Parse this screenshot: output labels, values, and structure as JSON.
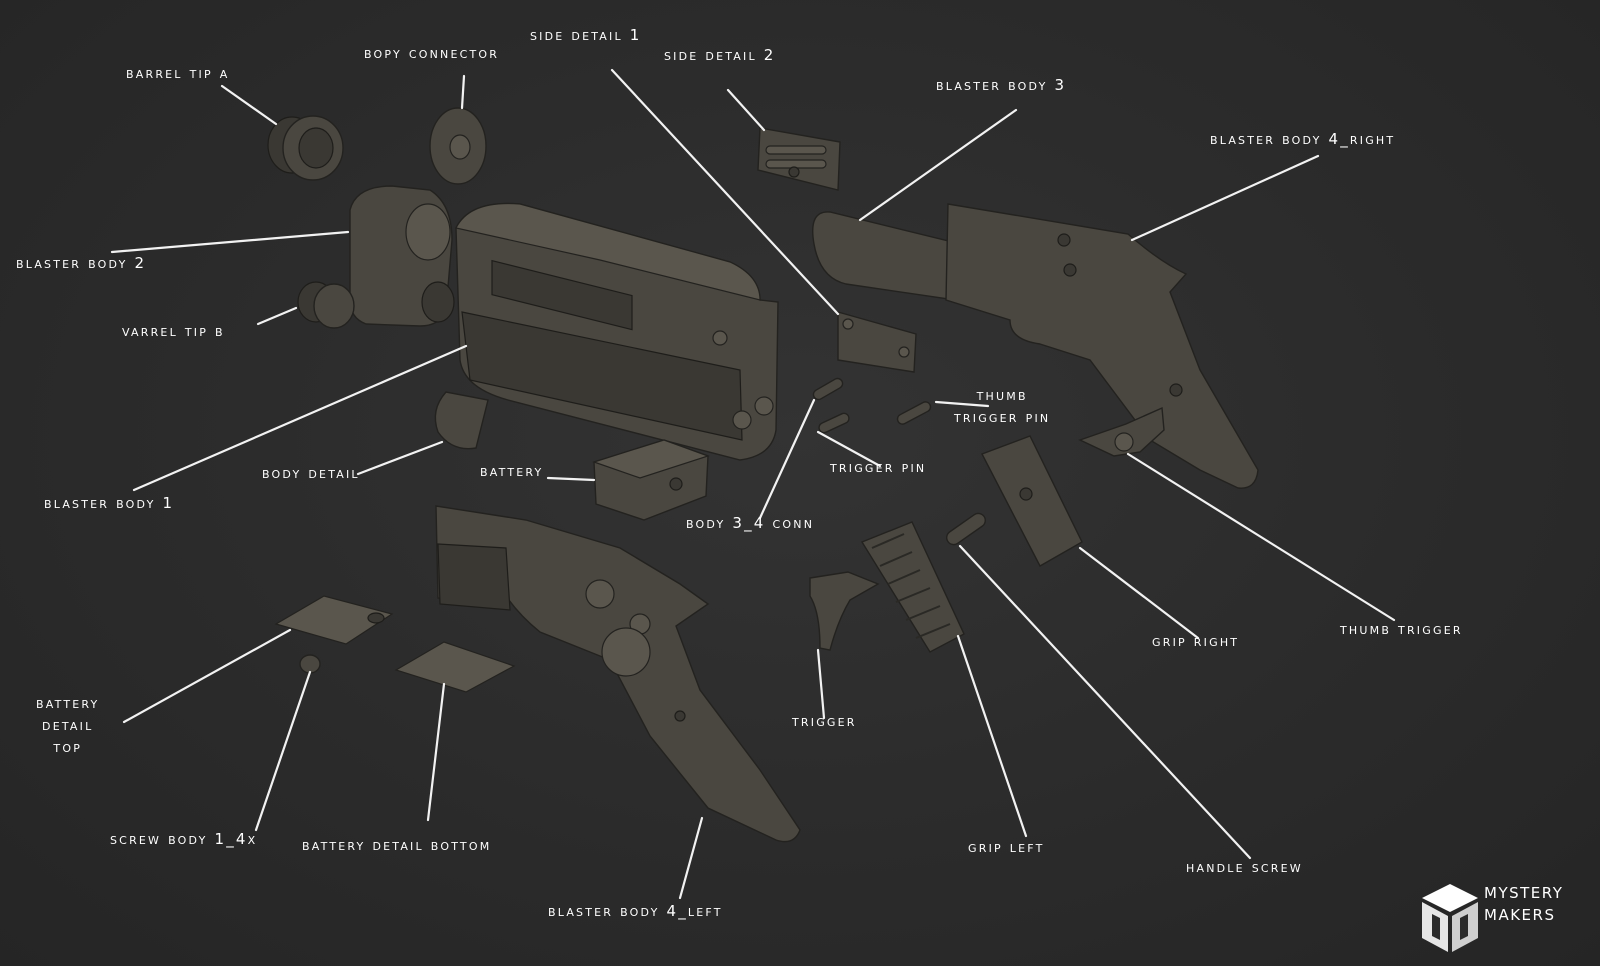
{
  "labels": {
    "barrel_tip_a": "BARREL TIP A",
    "body_connector": "BOPY CONNECTOR",
    "side_detail_1": "SIDE DETAIL 1",
    "side_detail_2": "SIDE DETAIL 2",
    "blaster_body_3": "BLASTER BODY 3",
    "blaster_body_4_right": "BLASTER BODY 4_RIGHT",
    "blaster_body_2": "BLASTER BODY 2",
    "varrel_tip_b": "VARREL TIP B",
    "thumb_trigger_pin_1": "Thumb",
    "thumb_trigger_pin_2": "trigger pin",
    "body_detail": "BODY DETAIL",
    "battery": "BATTERY",
    "trigger_pin": "TRIGGER PIN",
    "blaster_body_1": "Blaster body 1",
    "body_3_4_conn": "BODY 3_4 CONN",
    "grip_right": "GRIP RIGHT",
    "thumb_trigger": "THUMB TRIGGER",
    "battery_detail_top_1": "BATTERY",
    "battery_detail_top_2": "DETAIL",
    "battery_detail_top_3": "TOP",
    "trigger": "TRIGGER",
    "screw_body": "SCREW BODY 1_4x",
    "battery_detail_bottom": "BATTERY DETAIL BOTTOM",
    "grip_left": "GRIP LEFT",
    "handle_screw": "HANDLE SCREW",
    "blaster_body_4_left": "BLASTER BODY 4_LEFT"
  },
  "brand": {
    "line1": "MYSTERY",
    "line2": "MAKERS"
  },
  "colors": {
    "background": "#2b2b2b",
    "part": "#4a4740",
    "leader": "#f2f2f2",
    "text": "#ffffff"
  }
}
